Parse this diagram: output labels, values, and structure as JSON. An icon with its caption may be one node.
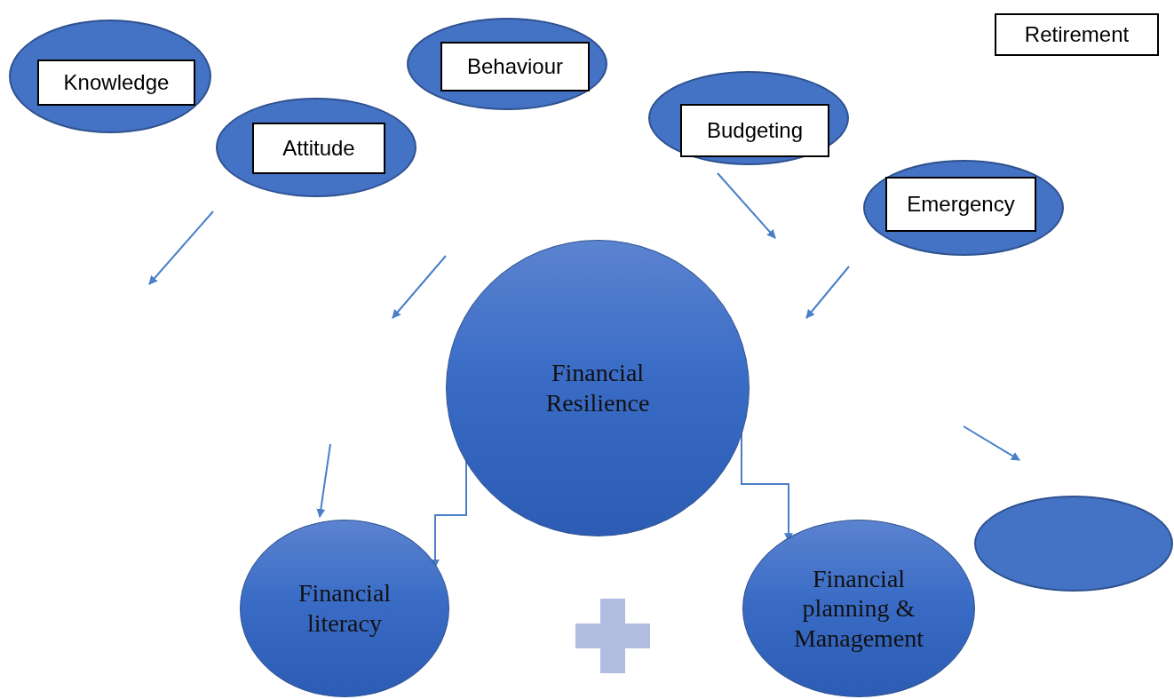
{
  "diagram": {
    "nodes": [
      {
        "text": [
          "Knowledge"
        ]
      },
      {
        "text": [
          "Behaviour"
        ]
      },
      {
        "text": [
          "Attitude"
        ]
      },
      {
        "text": [
          "Budgeting"
        ]
      },
      {
        "text": [
          "Retirement"
        ]
      },
      {
        "text": [
          "Emergency"
        ]
      },
      {
        "text": [
          "Financial Resilience"
        ]
      },
      {
        "text": [
          "Financial literacy"
        ]
      },
      {
        "text": [
          "Financial planning & Management"
        ]
      },
      {
        "text": [],
        "shape": "ellipse"
      }
    ],
    "edges": [
      {
        "from": 6,
        "to": 7,
        "arrow": "to"
      },
      {
        "from": 6,
        "to": 8,
        "arrow": "to"
      }
    ]
  }
}
